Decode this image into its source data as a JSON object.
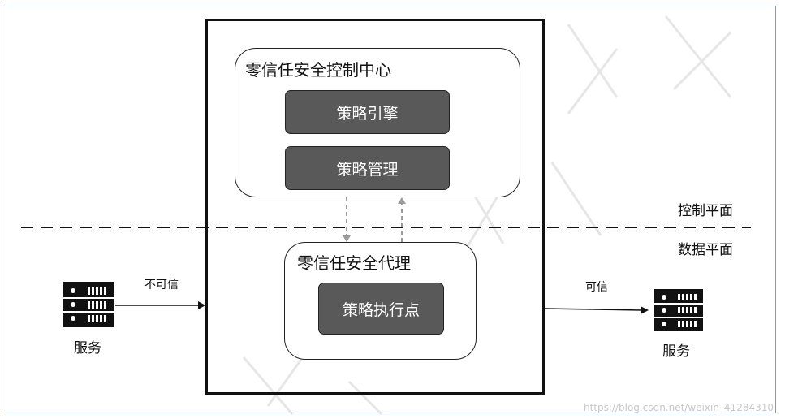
{
  "control_center": {
    "title": "零信任安全控制中心",
    "policy_engine": "策略引擎",
    "policy_admin": "策略管理"
  },
  "proxy": {
    "title": "零信任安全代理",
    "enforcement_point": "策略执行点"
  },
  "planes": {
    "control": "控制平面",
    "data": "数据平面"
  },
  "left_service": {
    "label": "服务",
    "edge_label": "不可信"
  },
  "right_service": {
    "label": "服务",
    "edge_label": "可信"
  },
  "watermark": "https://blog.csdn.net/weixin_41284310",
  "colors": {
    "box_fill": "#595959",
    "frame_border": "#7f9cc0"
  }
}
